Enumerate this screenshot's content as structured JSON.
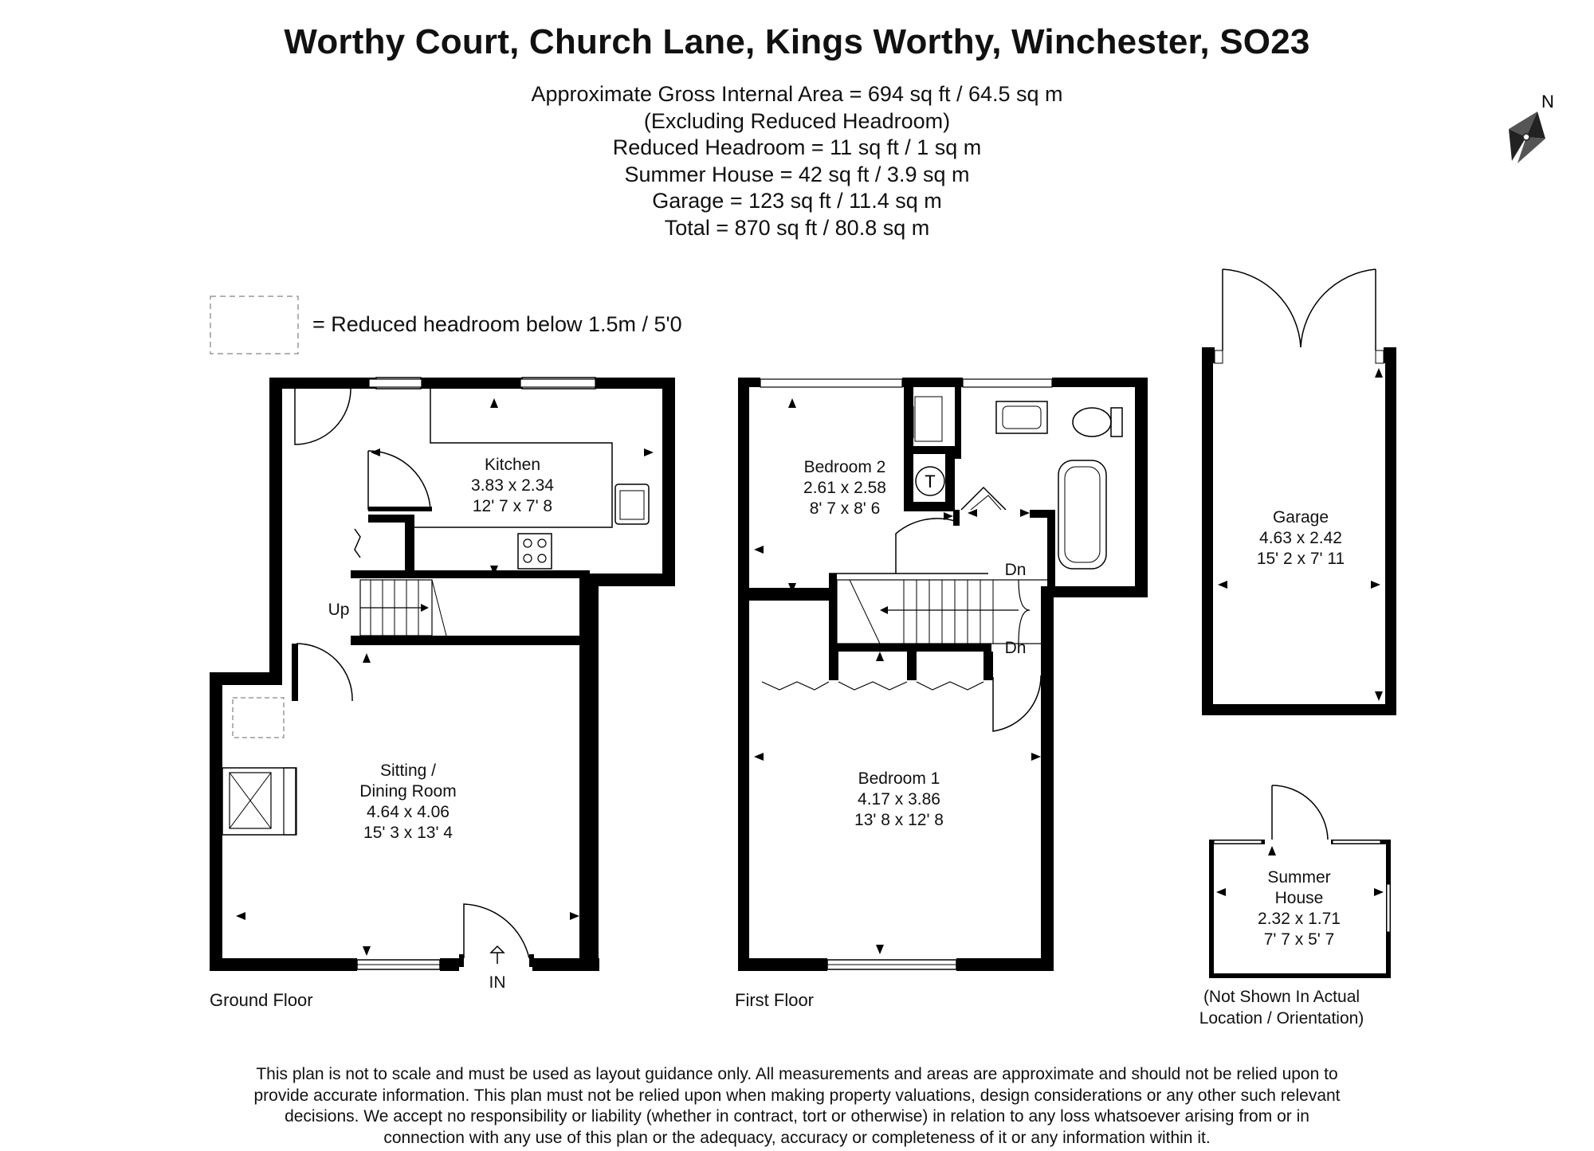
{
  "title": "Worthy Court, Church Lane, Kings Worthy, Winchester, SO23",
  "areas": [
    "Approximate Gross Internal Area = 694 sq ft / 64.5 sq m",
    "(Excluding Reduced Headroom)",
    "Reduced Headroom = 11 sq ft / 1 sq m",
    "Summer House = 42 sq ft / 3.9 sq m",
    "Garage = 123 sq ft / 11.4 sq m",
    "Total = 870 sq ft / 80.8 sq m"
  ],
  "legend": "= Reduced headroom below 1.5m / 5'0",
  "compass": "N",
  "floors": {
    "ground": "Ground Floor",
    "first": "First Floor"
  },
  "rooms": {
    "kitchen": [
      "Kitchen",
      "3.83 x 2.34",
      "12' 7 x 7' 8"
    ],
    "sitting": [
      "Sitting /",
      "Dining Room",
      "4.64 x 4.06",
      "15' 3 x 13' 4"
    ],
    "bedroom2": [
      "Bedroom 2",
      "2.61 x 2.58",
      "8' 7 x 8' 6"
    ],
    "bedroom1": [
      "Bedroom 1",
      "4.17 x 3.86",
      "13' 8 x 12' 8"
    ],
    "garage": [
      "Garage",
      "4.63 x 2.42",
      "15' 2 x 7' 11"
    ],
    "summer": [
      "Summer",
      "House",
      "2.32 x 1.71",
      "7' 7 x 5' 7"
    ]
  },
  "markers": {
    "up": "Up",
    "dn1": "Dn",
    "dn2": "Dn",
    "in": "IN",
    "tank": "T"
  },
  "summer_note": [
    "(Not Shown In Actual",
    "Location / Orientation)"
  ],
  "disclaimer": [
    "This plan is not to scale and must be used as layout guidance only. All measurements and areas are approximate and should not be relied upon to",
    "provide accurate information. This plan must not be relied upon when making property valuations, design considerations or any other such relevant",
    "decisions. We accept no responsibility or liability (whether in contract, tort or otherwise) in relation to any loss whatsoever arising from or in",
    "connection with any use of this plan or the adequacy, accuracy or completeness of it or any information within it."
  ]
}
